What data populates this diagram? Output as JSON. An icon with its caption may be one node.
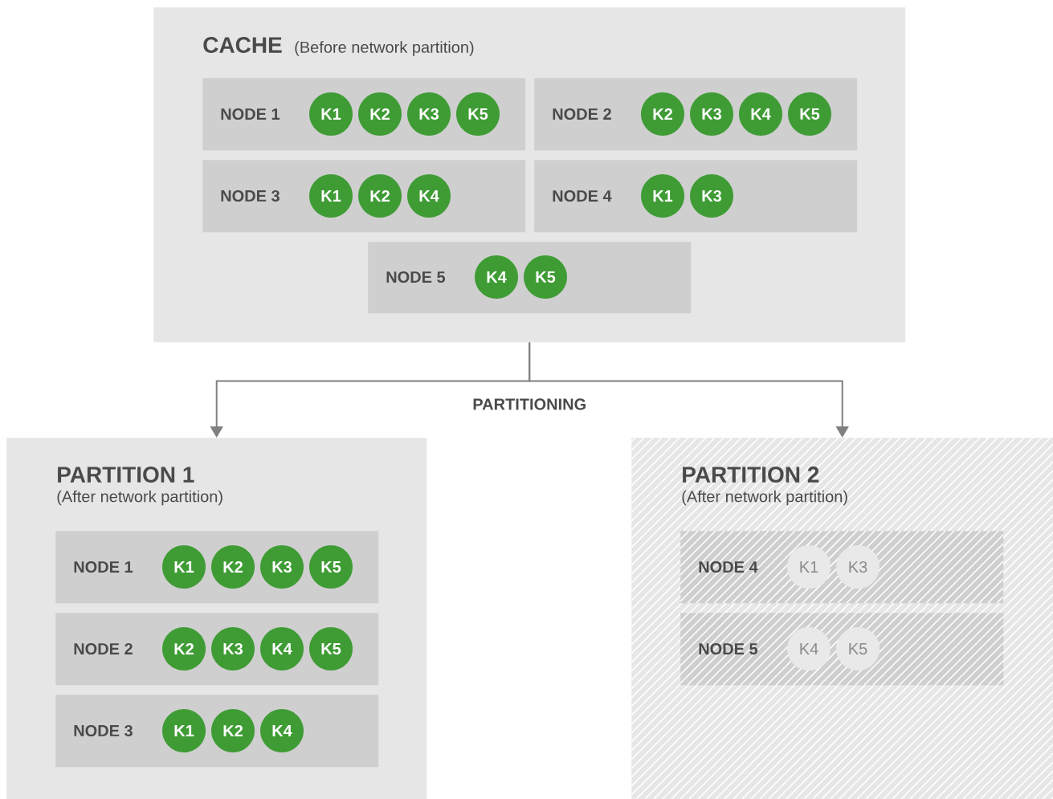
{
  "diagram": {
    "nodes": [
      {
        "text": [
          "CACHE",
          "(Before network partition)"
        ]
      },
      {
        "text": [
          "NODE 1"
        ],
        "in": 0
      },
      {
        "text": [
          "K1"
        ],
        "in": 1
      },
      {
        "text": [
          "K2"
        ],
        "in": 1
      },
      {
        "text": [
          "K3"
        ],
        "in": 1
      },
      {
        "text": [
          "K5"
        ],
        "in": 1
      },
      {
        "text": [
          "NODE 2"
        ],
        "in": 0
      },
      {
        "text": [
          "K2"
        ],
        "in": 6
      },
      {
        "text": [
          "K3"
        ],
        "in": 6
      },
      {
        "text": [
          "K4"
        ],
        "in": 6
      },
      {
        "text": [
          "K5"
        ],
        "in": 6
      },
      {
        "text": [
          "NODE 3"
        ],
        "in": 0
      },
      {
        "text": [
          "K1"
        ],
        "in": 11
      },
      {
        "text": [
          "K2"
        ],
        "in": 11
      },
      {
        "text": [
          "K4"
        ],
        "in": 11
      },
      {
        "text": [
          "NODE 4"
        ],
        "in": 0
      },
      {
        "text": [
          "K1"
        ],
        "in": 15
      },
      {
        "text": [
          "K3"
        ],
        "in": 15
      },
      {
        "text": [
          "NODE 5"
        ],
        "in": 0
      },
      {
        "text": [
          "K4"
        ],
        "in": 18
      },
      {
        "text": [
          "K5"
        ],
        "in": 18
      },
      {
        "text": [
          "PARTITION 1",
          "(After network partition)"
        ]
      },
      {
        "text": [
          "NODE 1"
        ],
        "in": 21
      },
      {
        "text": [
          "K1"
        ],
        "in": 22
      },
      {
        "text": [
          "K2"
        ],
        "in": 22
      },
      {
        "text": [
          "K3"
        ],
        "in": 22
      },
      {
        "text": [
          "K5"
        ],
        "in": 22
      },
      {
        "text": [
          "NODE 2"
        ],
        "in": 21
      },
      {
        "text": [
          "K2"
        ],
        "in": 27
      },
      {
        "text": [
          "K3"
        ],
        "in": 27
      },
      {
        "text": [
          "K4"
        ],
        "in": 27
      },
      {
        "text": [
          "K5"
        ],
        "in": 27
      },
      {
        "text": [
          "NODE 3"
        ],
        "in": 21
      },
      {
        "text": [
          "K1"
        ],
        "in": 32
      },
      {
        "text": [
          "K2"
        ],
        "in": 32
      },
      {
        "text": [
          "K4"
        ],
        "in": 32
      },
      {
        "text": [
          "PARTITION 2",
          "(After network partition)"
        ]
      },
      {
        "text": [
          "NODE 4"
        ],
        "in": 36
      },
      {
        "text": [
          "K1"
        ],
        "in": 37
      },
      {
        "text": [
          "K3"
        ],
        "in": 37
      },
      {
        "text": [
          "NODE 5"
        ],
        "in": 36
      },
      {
        "text": [
          "K4"
        ],
        "in": 40
      },
      {
        "text": [
          "K5"
        ],
        "in": 40
      }
    ],
    "edges": [
      {
        "from": 0,
        "to": 21,
        "arrow": "to",
        "label": "PARTITIONING"
      },
      {
        "from": 0,
        "to": 36,
        "arrow": "to"
      }
    ]
  }
}
